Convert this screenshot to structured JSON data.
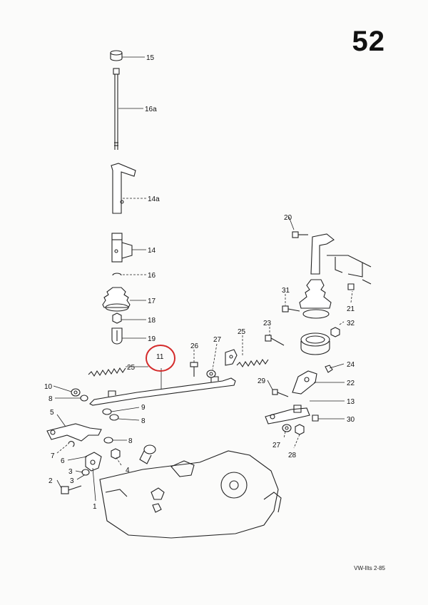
{
  "page_number": "52",
  "footer": "VW-Ilts 2-85",
  "highlight_color": "#d42a2a",
  "highlighted_part": "11",
  "labels": [
    "15",
    "16a",
    "14a",
    "14",
    "16",
    "17",
    "18",
    "19",
    "25",
    "26",
    "27",
    "25",
    "20",
    "31",
    "23",
    "21",
    "32",
    "24",
    "22",
    "29",
    "13",
    "30",
    "27",
    "28",
    "11",
    "10",
    "8",
    "9",
    "8",
    "5",
    "8",
    "7",
    "6",
    "3",
    "4",
    "3",
    "2",
    "1"
  ]
}
